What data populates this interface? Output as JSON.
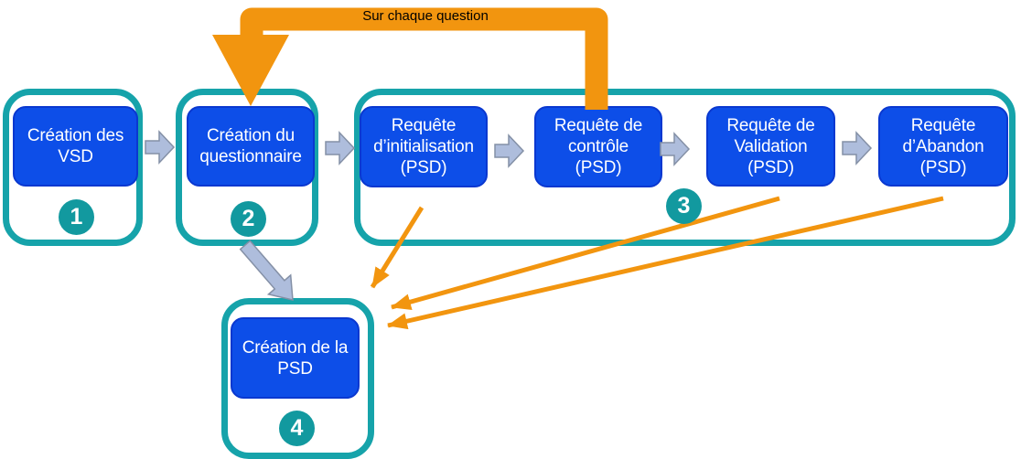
{
  "loop": {
    "label": "Sur chaque question"
  },
  "steps": [
    {
      "number": "1",
      "label": "Création des\nVSD"
    },
    {
      "number": "2",
      "label": "Création du\nquestionnaire"
    },
    {
      "number": "3",
      "boxes": [
        {
          "label": "Requête\nd’initialisation\n(PSD)"
        },
        {
          "label": "Requête de\ncontrôle\n(PSD)"
        },
        {
          "label": "Requête de\nValidation\n(PSD)"
        },
        {
          "label": "Requête\nd’Abandon\n(PSD)"
        }
      ]
    },
    {
      "number": "4",
      "label": "Création de la\nPSD"
    }
  ],
  "colors": {
    "teal": "#16A3AA",
    "circle": "#12999F",
    "blue": "#0D4EE8",
    "blue-border": "#0A38D0",
    "orange": "#F2950F",
    "gray-fill": "#AEBDDC",
    "gray-stroke": "#8490A6",
    "box-text": "#FFFFFF",
    "loop-text": "#000000",
    "bg": "#FFFFFF"
  }
}
